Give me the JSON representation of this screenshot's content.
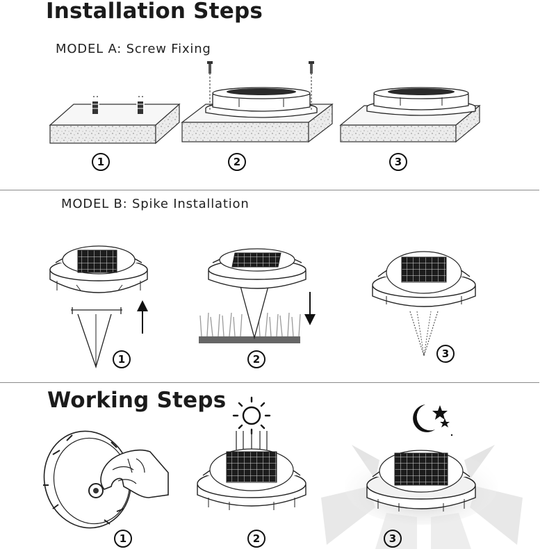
{
  "installation": {
    "title": "Installation Steps",
    "model_a": {
      "label": "MODEL  A: Screw Fixing",
      "steps": [
        "①",
        "②",
        "③"
      ]
    },
    "model_b": {
      "label": "MODEL  B: Spike Installation",
      "steps": [
        "①",
        "②",
        "③"
      ]
    }
  },
  "working": {
    "title": "Working Steps",
    "steps": [
      "①",
      "②",
      "③"
    ],
    "icons": [
      "switch-hand-icon",
      "sun-icon",
      "moon-star-icon"
    ]
  }
}
